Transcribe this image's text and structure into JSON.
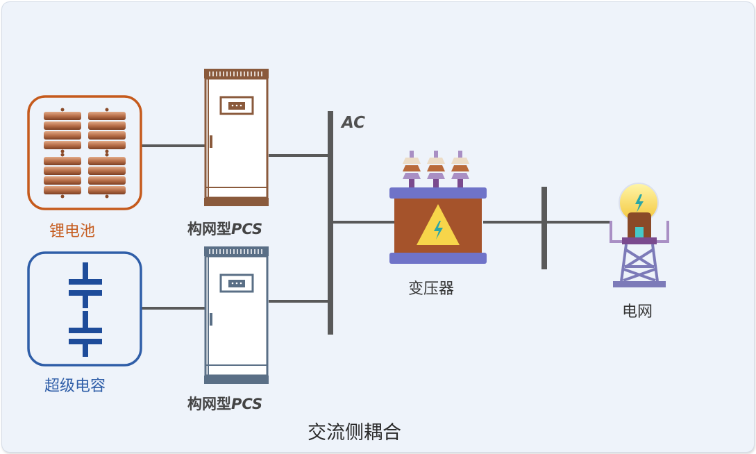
{
  "labels": {
    "battery": "锂电池",
    "supercap": "超级电容",
    "pcs_prefix": "构网型",
    "pcs_suffix": "PCS",
    "bus": "AC",
    "transformer": "变压器",
    "grid": "电网",
    "title": "交流侧耦合"
  },
  "colors": {
    "background": "#eef3fa",
    "battery_accent": "#c55a1c",
    "supercap_accent": "#2f5ea8",
    "cabinet_brown": "#8a5a3c",
    "cabinet_blue": "#5a6f86",
    "line": "#595959",
    "transformer_body": "#a5532b",
    "transformer_base": "#6f73c8",
    "warning_yellow": "#f7d54a",
    "tower_purple": "#7c7ab8"
  },
  "icons": {
    "battery": "battery-pack-icon",
    "supercap": "capacitor-icon",
    "pcs": "cabinet-icon",
    "transformer": "transformer-icon",
    "grid": "power-tower-icon"
  }
}
